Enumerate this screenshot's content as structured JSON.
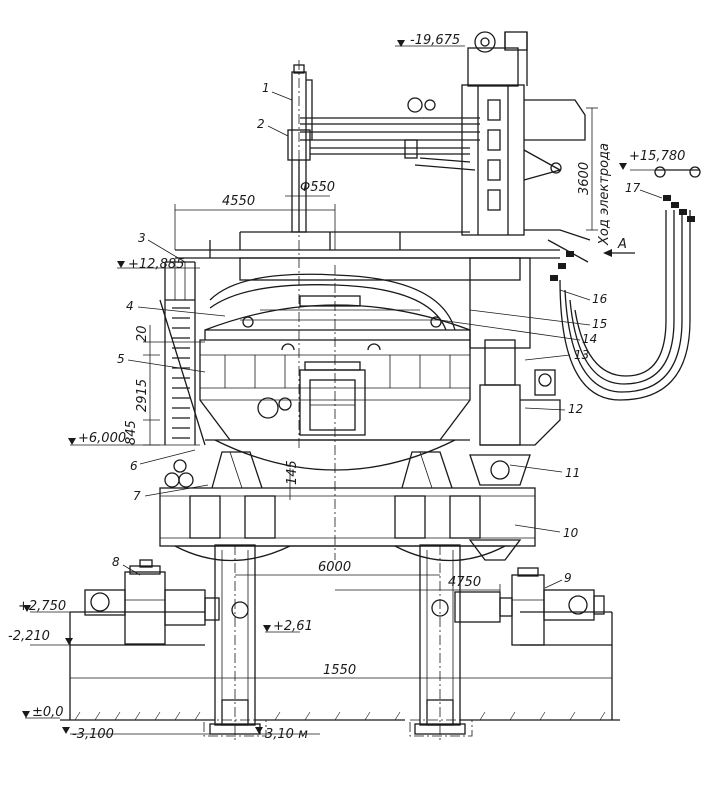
{
  "elevations": {
    "e1": "-19,675",
    "e2": "+15,780",
    "e3": "+12,885",
    "e4": "+6,000",
    "e5": "+2,750",
    "e6": "-2,210",
    "e7": "+2,61",
    "e8": "±0,0",
    "e9": "-3,100",
    "e10": "3,10 м"
  },
  "dimensions": {
    "d1": "Φ550",
    "d2": "4550",
    "d3": "3600",
    "d4": "Ход электрода",
    "d5": "20",
    "d6": "2915",
    "d7": "845",
    "d8": "145",
    "d9": "6000",
    "d10": "4750",
    "d11": "1550"
  },
  "view_mark": "A",
  "callouts": [
    "1",
    "2",
    "3",
    "4",
    "5",
    "6",
    "7",
    "8",
    "9",
    "10",
    "11",
    "12",
    "13",
    "14",
    "15",
    "16",
    "17"
  ]
}
